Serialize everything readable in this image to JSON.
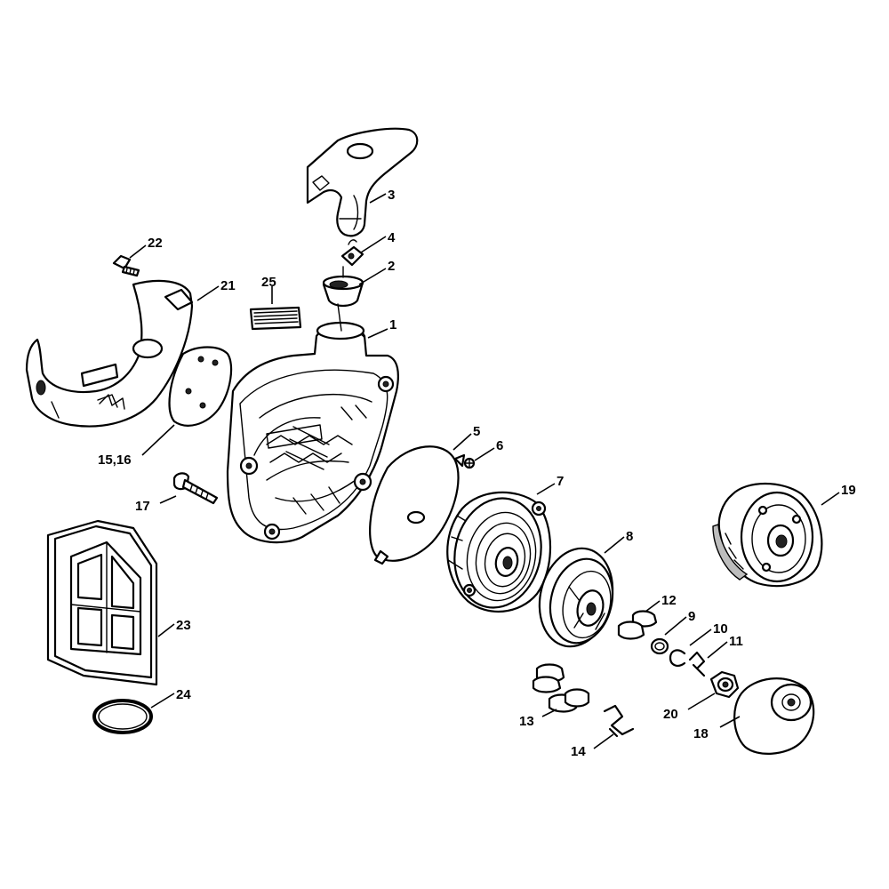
{
  "callouts": {
    "c1": "1",
    "c2": "2",
    "c3": "3",
    "c4": "4",
    "c5": "5",
    "c6": "6",
    "c7": "7",
    "c8": "8",
    "c9": "9",
    "c10": "10",
    "c11": "11",
    "c12": "12",
    "c13": "13",
    "c14": "14",
    "c15_16": "15,16",
    "c17": "17",
    "c18": "18",
    "c19": "19",
    "c20": "20",
    "c21": "21",
    "c22": "22",
    "c23": "23",
    "c24": "24",
    "c25": "25"
  }
}
